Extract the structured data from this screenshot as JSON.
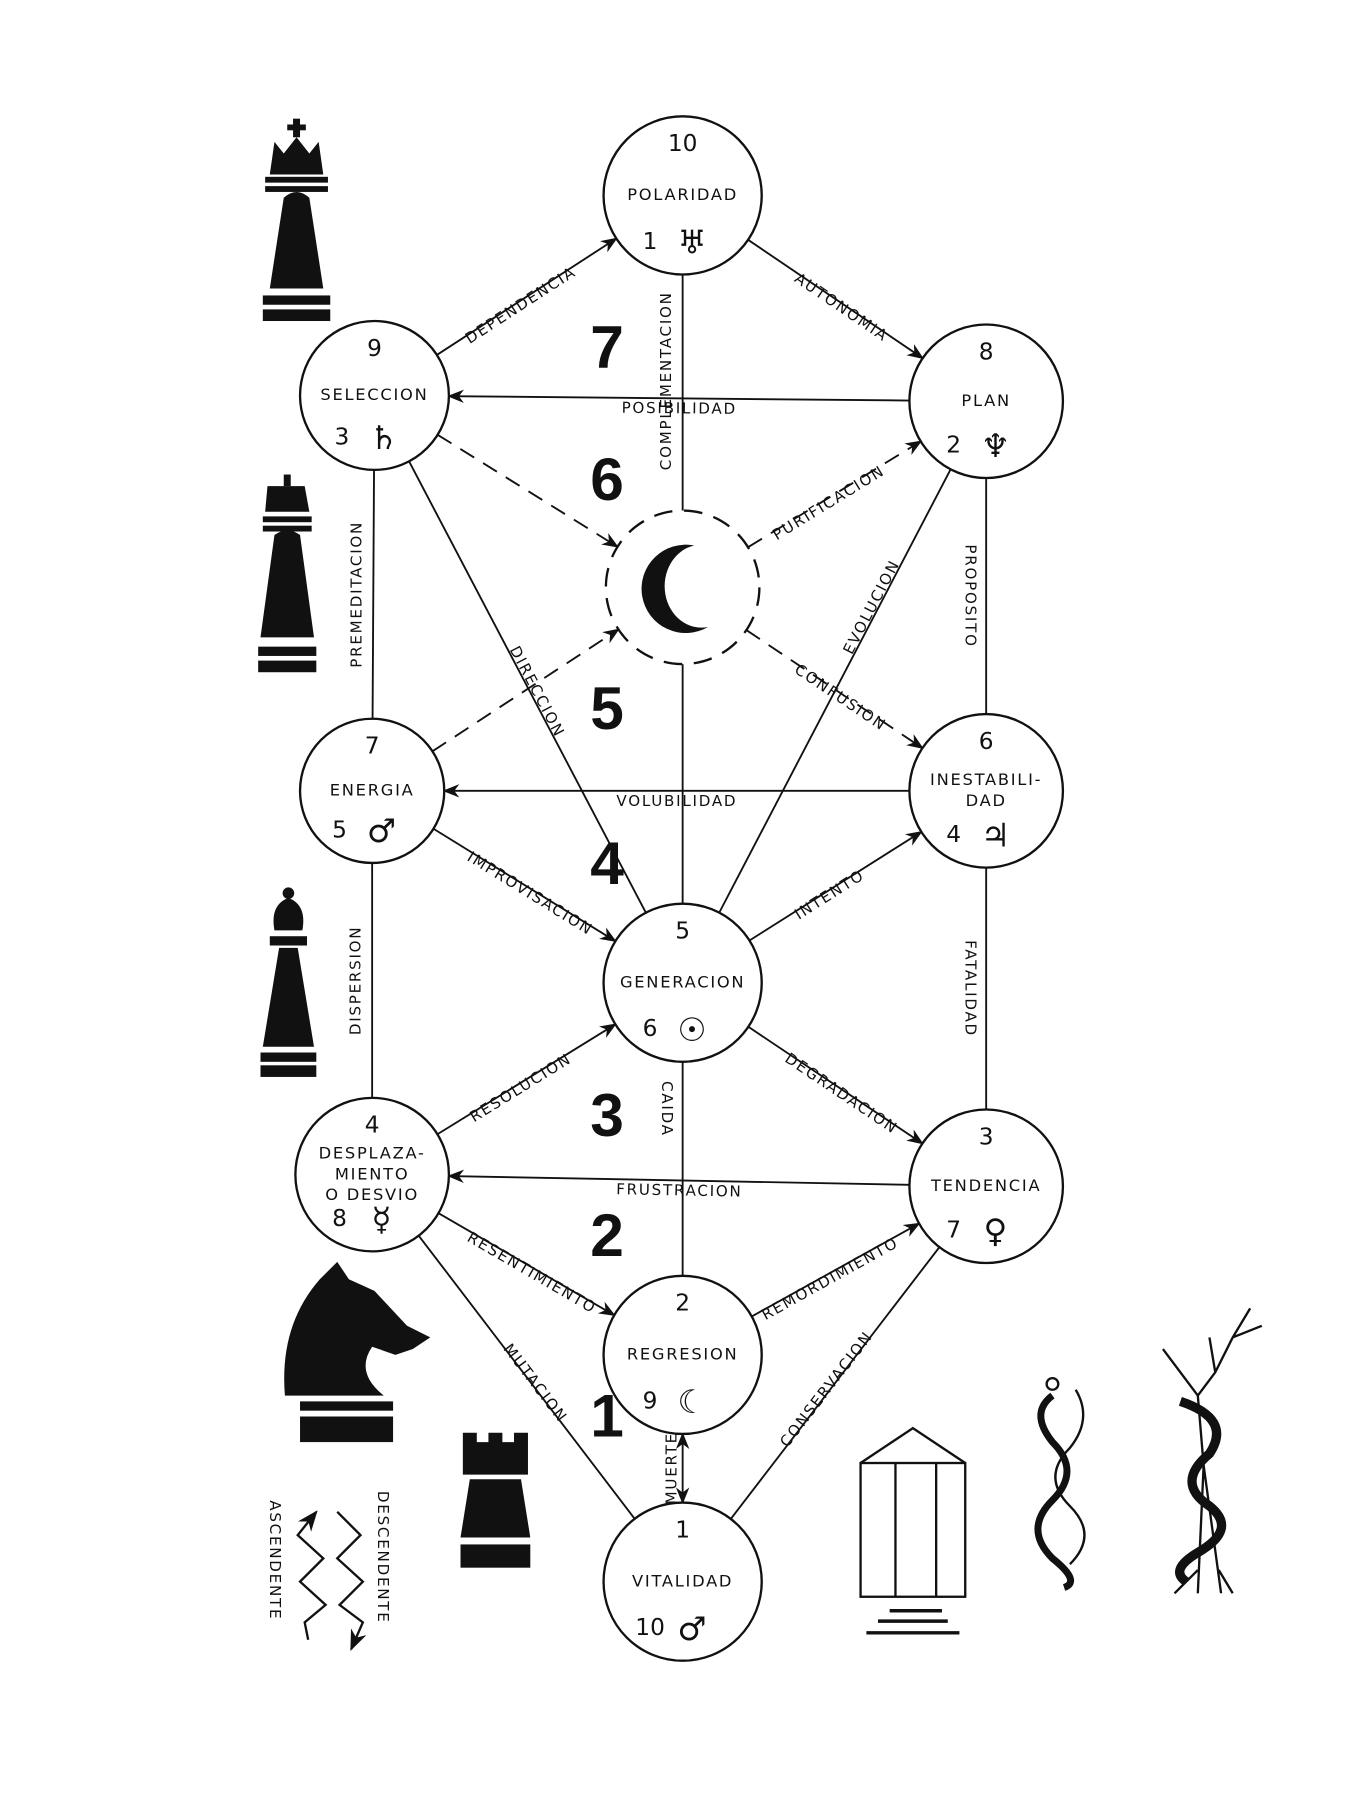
{
  "nodes": [
    {
      "id": "10",
      "top": "10",
      "name": [
        "POLARIDAD"
      ],
      "bottom": "1",
      "symbol": "♅",
      "symbol_name": "uranus"
    },
    {
      "id": "9",
      "top": "9",
      "name": [
        "SELECCION"
      ],
      "bottom": "3",
      "symbol": "♄",
      "symbol_name": "saturn"
    },
    {
      "id": "8",
      "top": "8",
      "name": [
        "PLAN"
      ],
      "bottom": "2",
      "symbol": "♆",
      "symbol_name": "neptune"
    },
    {
      "id": "7",
      "top": "7",
      "name": [
        "ENERGIA"
      ],
      "bottom": "5",
      "symbol": "♂",
      "symbol_name": "mars"
    },
    {
      "id": "6",
      "top": "6",
      "name": [
        "INESTABILI-",
        "DAD"
      ],
      "bottom": "4",
      "symbol": "♃",
      "symbol_name": "jupiter"
    },
    {
      "id": "5",
      "top": "5",
      "name": [
        "GENERACION"
      ],
      "bottom": "6",
      "symbol": "☉",
      "symbol_name": "sun"
    },
    {
      "id": "4",
      "top": "4",
      "name": [
        "DESPLAZA-",
        "MIENTO",
        "O DESVIO"
      ],
      "bottom": "8",
      "symbol": "☿",
      "symbol_name": "mercury"
    },
    {
      "id": "3",
      "top": "3",
      "name": [
        "TENDENCIA"
      ],
      "bottom": "7",
      "symbol": "♀",
      "symbol_name": "venus"
    },
    {
      "id": "2",
      "top": "2",
      "name": [
        "REGRESION"
      ],
      "bottom": "9",
      "symbol": "☾",
      "symbol_name": "moon"
    },
    {
      "id": "1",
      "top": "1",
      "name": [
        "VITALIDAD"
      ],
      "bottom": "10",
      "symbol": "♂",
      "symbol_name": "mars"
    }
  ],
  "center": {
    "symbol": "moon-crescent"
  },
  "edges": [
    {
      "from": "9",
      "to": "10",
      "label": "DEPENDENCIA",
      "arrow": "end"
    },
    {
      "from": "10",
      "to": "8",
      "label": "AUTONOMIA",
      "arrow": "end"
    },
    {
      "from": "10",
      "to": "M",
      "label": "COMPLEMENTACION",
      "arrow": "none"
    },
    {
      "from": "8",
      "to": "9",
      "label": "POSIBILIDAD",
      "arrow": "end"
    },
    {
      "from": "9",
      "to": "M",
      "label": "",
      "arrow": "end",
      "dashed": true
    },
    {
      "from": "M",
      "to": "8",
      "label": "PURIFICACION",
      "arrow": "end",
      "dashed": true
    },
    {
      "from": "9",
      "to": "7",
      "label": "PREMEDITACION",
      "arrow": "none"
    },
    {
      "from": "9",
      "to": "5",
      "label": "DIRECCION",
      "arrow": "none"
    },
    {
      "from": "8",
      "to": "5",
      "label": "EVOLUCION",
      "arrow": "none"
    },
    {
      "from": "8",
      "to": "6",
      "label": "PROPOSITO",
      "arrow": "none"
    },
    {
      "from": "M",
      "to": "6",
      "label": "CONFUSION",
      "arrow": "end",
      "dashed": true
    },
    {
      "from": "7",
      "to": "M",
      "label": "",
      "arrow": "end",
      "dashed": true
    },
    {
      "from": "M",
      "to": "5",
      "label": "",
      "arrow": "none"
    },
    {
      "from": "6",
      "to": "7",
      "label": "VOLUBILIDAD",
      "arrow": "end"
    },
    {
      "from": "7",
      "to": "5",
      "label": "IMPROVISACION",
      "arrow": "end"
    },
    {
      "from": "5",
      "to": "6",
      "label": "INTENTO",
      "arrow": "end"
    },
    {
      "from": "6",
      "to": "3",
      "label": "FATALIDAD",
      "arrow": "none"
    },
    {
      "from": "7",
      "to": "4",
      "label": "DISPERSION",
      "arrow": "none"
    },
    {
      "from": "4",
      "to": "5",
      "label": "RESOLUCION",
      "arrow": "end"
    },
    {
      "from": "5",
      "to": "3",
      "label": "DEGRADACION",
      "arrow": "end"
    },
    {
      "from": "5",
      "to": "2",
      "label": "CAIDA",
      "arrow": "none"
    },
    {
      "from": "3",
      "to": "4",
      "label": "FRUSTRACION",
      "arrow": "end"
    },
    {
      "from": "4",
      "to": "2",
      "label": "RESENTIMIENTO",
      "arrow": "end"
    },
    {
      "from": "2",
      "to": "3",
      "label": "REMORDIMIENTO",
      "arrow": "end"
    },
    {
      "from": "4",
      "to": "1",
      "label": "MUTACION",
      "arrow": "none"
    },
    {
      "from": "3",
      "to": "1",
      "label": "CONSERVACION",
      "arrow": "none"
    },
    {
      "from": "1",
      "to": "2",
      "label": "MUERTE",
      "arrow": "both"
    }
  ],
  "levels": [
    "1",
    "2",
    "3",
    "4",
    "5",
    "6",
    "7"
  ],
  "legend": {
    "ascending": "ASCENDENTE",
    "descending": "DESCENDENTE"
  },
  "figures": [
    "queen",
    "king",
    "bishop",
    "knight",
    "rook",
    "temple",
    "chain",
    "tree-with-serpent"
  ]
}
